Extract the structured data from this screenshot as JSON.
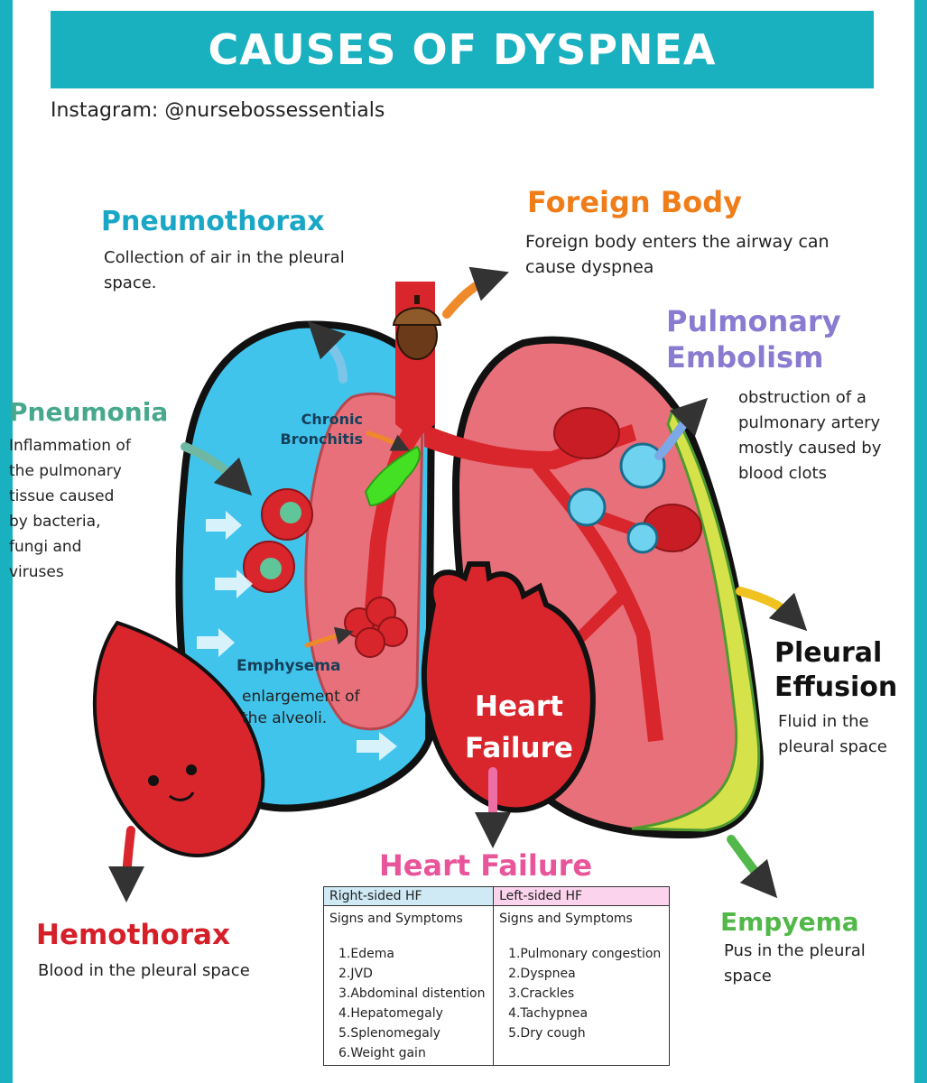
{
  "title": "CAUSES OF DYSPNEA",
  "handle": "Instagram: @nursebossessentials",
  "labels": {
    "pneumothorax": {
      "title": "Pneumothorax",
      "desc": "Collection of air in the pleural space."
    },
    "foreign_body": {
      "title": "Foreign Body",
      "desc": "Foreign body enters the airway can cause dyspnea"
    },
    "pulmonary_embolism": {
      "title": "Pulmonary Embolism",
      "desc": "obstruction of a pulmonary artery mostly caused by blood clots"
    },
    "pneumonia": {
      "title": "Pneumonia",
      "desc": "Inflammation of the pulmonary tissue caused by bacteria, fungi and viruses"
    },
    "chronic_bronchitis": "Chronic Bronchitis",
    "emphysema": {
      "title": "Emphysema",
      "desc": "enlargement of the alveoli."
    },
    "heart_failure_art": "Heart Failure",
    "pleural_effusion": {
      "title": "Pleural Effusion",
      "desc": "Fluid in the pleural space"
    },
    "hemothorax": {
      "title": "Hemothorax",
      "desc": "Blood in the pleural space"
    },
    "empyema": {
      "title": "Empyema",
      "desc": "Pus in the pleural space"
    }
  },
  "heart_failure_table": {
    "title": "Heart Failure",
    "right_header": "Right-sided HF",
    "left_header": "Left-sided HF",
    "right_sub": "Signs and Symptoms",
    "left_sub": "Signs and Symptoms",
    "right_items": [
      "1.Edema",
      "2.JVD",
      "3.Abdominal distention",
      "4.Hepatomegaly",
      "5.Splenomegaly",
      "6.Weight gain"
    ],
    "left_items": [
      "1.Pulmonary congestion",
      "2.Dyspnea",
      "3.Crackles",
      "4.Tachypnea",
      "5.Dry cough"
    ]
  },
  "colors": {
    "banner": "#19b0bf",
    "lung_fill": "#e8707a",
    "air_blue": "#40c4ec",
    "blood_red": "#d9252c",
    "pneumothorax": "#1aa7c6",
    "foreign_body": "#ef7d1a",
    "pulmonary_embolism": "#8a7bd1",
    "pneumonia": "#48a88e",
    "hemothorax": "#d5202a",
    "heart_failure": "#e8559b",
    "empyema": "#52b84a"
  },
  "icons": [
    "acorn-icon",
    "blood-drop-icon",
    "heart-icon",
    "bubble-icon",
    "virus-icon"
  ]
}
